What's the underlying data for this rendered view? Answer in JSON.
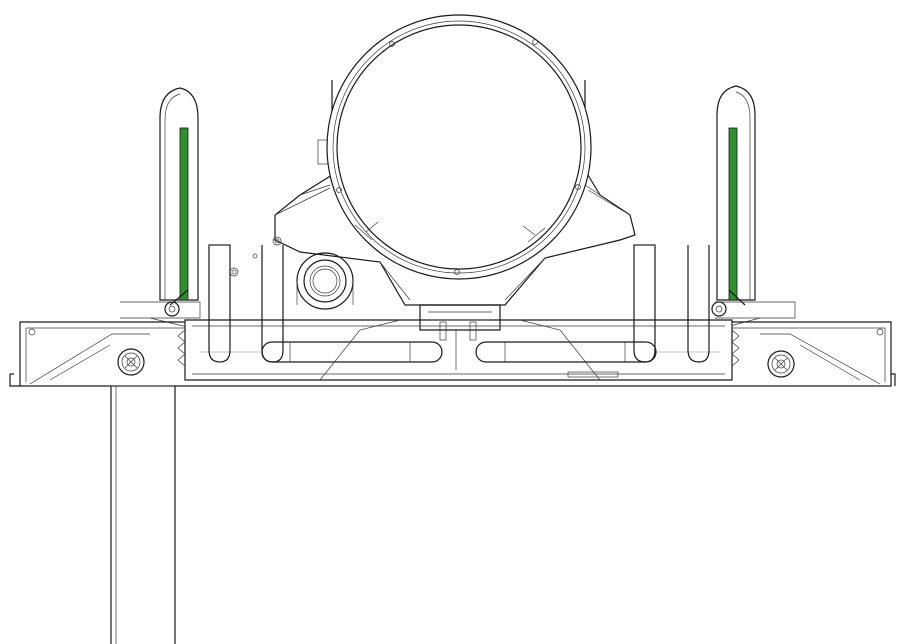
{
  "drawing": {
    "type": "technical-line-drawing",
    "view": "front elevation",
    "colors": {
      "line": "#1a1a1a",
      "background": "#ffffff",
      "accent_strip": "#2f8f2f"
    },
    "components": [
      "circular-lamp-ring",
      "lamp-housing",
      "left-upright-arm",
      "right-upright-arm",
      "mounting-rail",
      "base-cradle",
      "horizontal-tubes",
      "u-shaped-handles",
      "left-pulley",
      "right-pulley",
      "center-clamp",
      "lens-boss",
      "left-support-post"
    ]
  }
}
